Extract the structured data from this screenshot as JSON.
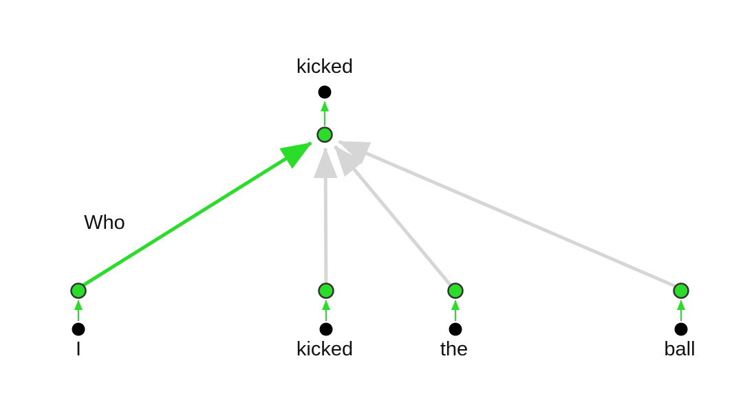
{
  "diagram": {
    "type": "attention-graph",
    "output_word": "kicked",
    "edge_label": "Who",
    "tokens": [
      {
        "label": "I"
      },
      {
        "label": "kicked"
      },
      {
        "label": "the"
      },
      {
        "label": "ball"
      }
    ],
    "edges": [
      {
        "from": "I",
        "to": "output-hub",
        "style": "green-highlight",
        "label": "Who"
      },
      {
        "from": "kicked",
        "to": "output-hub",
        "style": "gray",
        "label": ""
      },
      {
        "from": "the",
        "to": "output-hub",
        "style": "gray",
        "label": ""
      },
      {
        "from": "ball",
        "to": "output-hub",
        "style": "gray",
        "label": ""
      }
    ],
    "colors": {
      "highlight_green": "#29dd29",
      "edge_gray": "#d6d6d6",
      "node_border": "#333333",
      "node_black": "#000000",
      "text": "#111111",
      "background": "#ffffff"
    }
  }
}
